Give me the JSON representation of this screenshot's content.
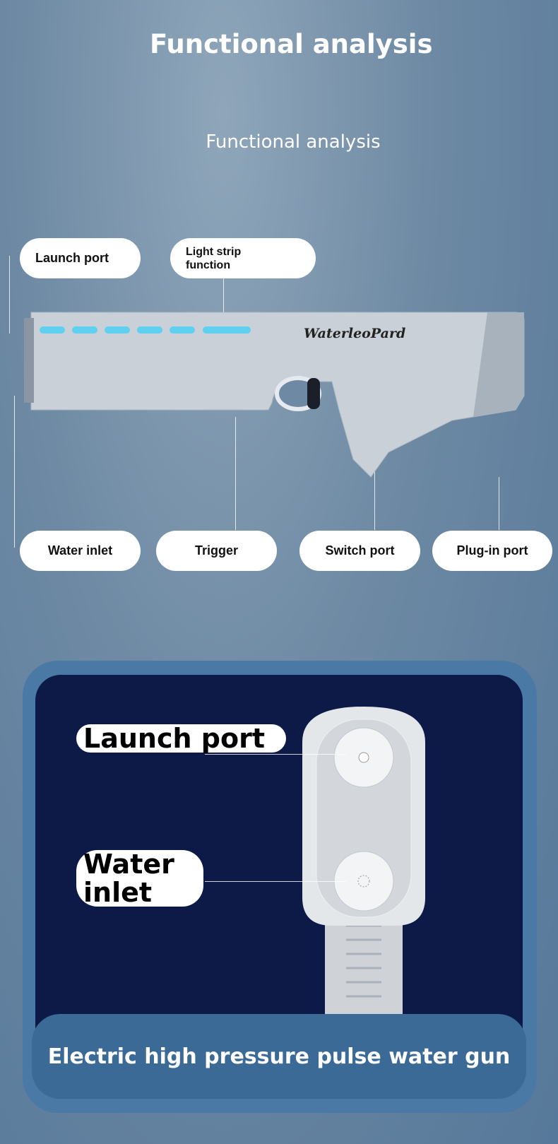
{
  "header": {
    "title": "Functional analysis",
    "subtitle": "Functional analysis"
  },
  "callouts": {
    "launch_port": "Launch port",
    "light_strip": "Light strip function",
    "water_inlet": "Water inlet",
    "trigger": "Trigger",
    "switch_port": "Switch port",
    "plugin_port": "Plug-in port"
  },
  "product": {
    "brand": "WaterleoPard"
  },
  "detail": {
    "launch_port": "Launch port",
    "water_inlet": "Water inlet"
  },
  "banner": {
    "text": "Electric high pressure pulse water gun"
  },
  "colors": {
    "background": "#6d89a3",
    "panel": "#0d1a47",
    "frame": "#4a79a5",
    "light_strip": "#5fd0f0"
  }
}
